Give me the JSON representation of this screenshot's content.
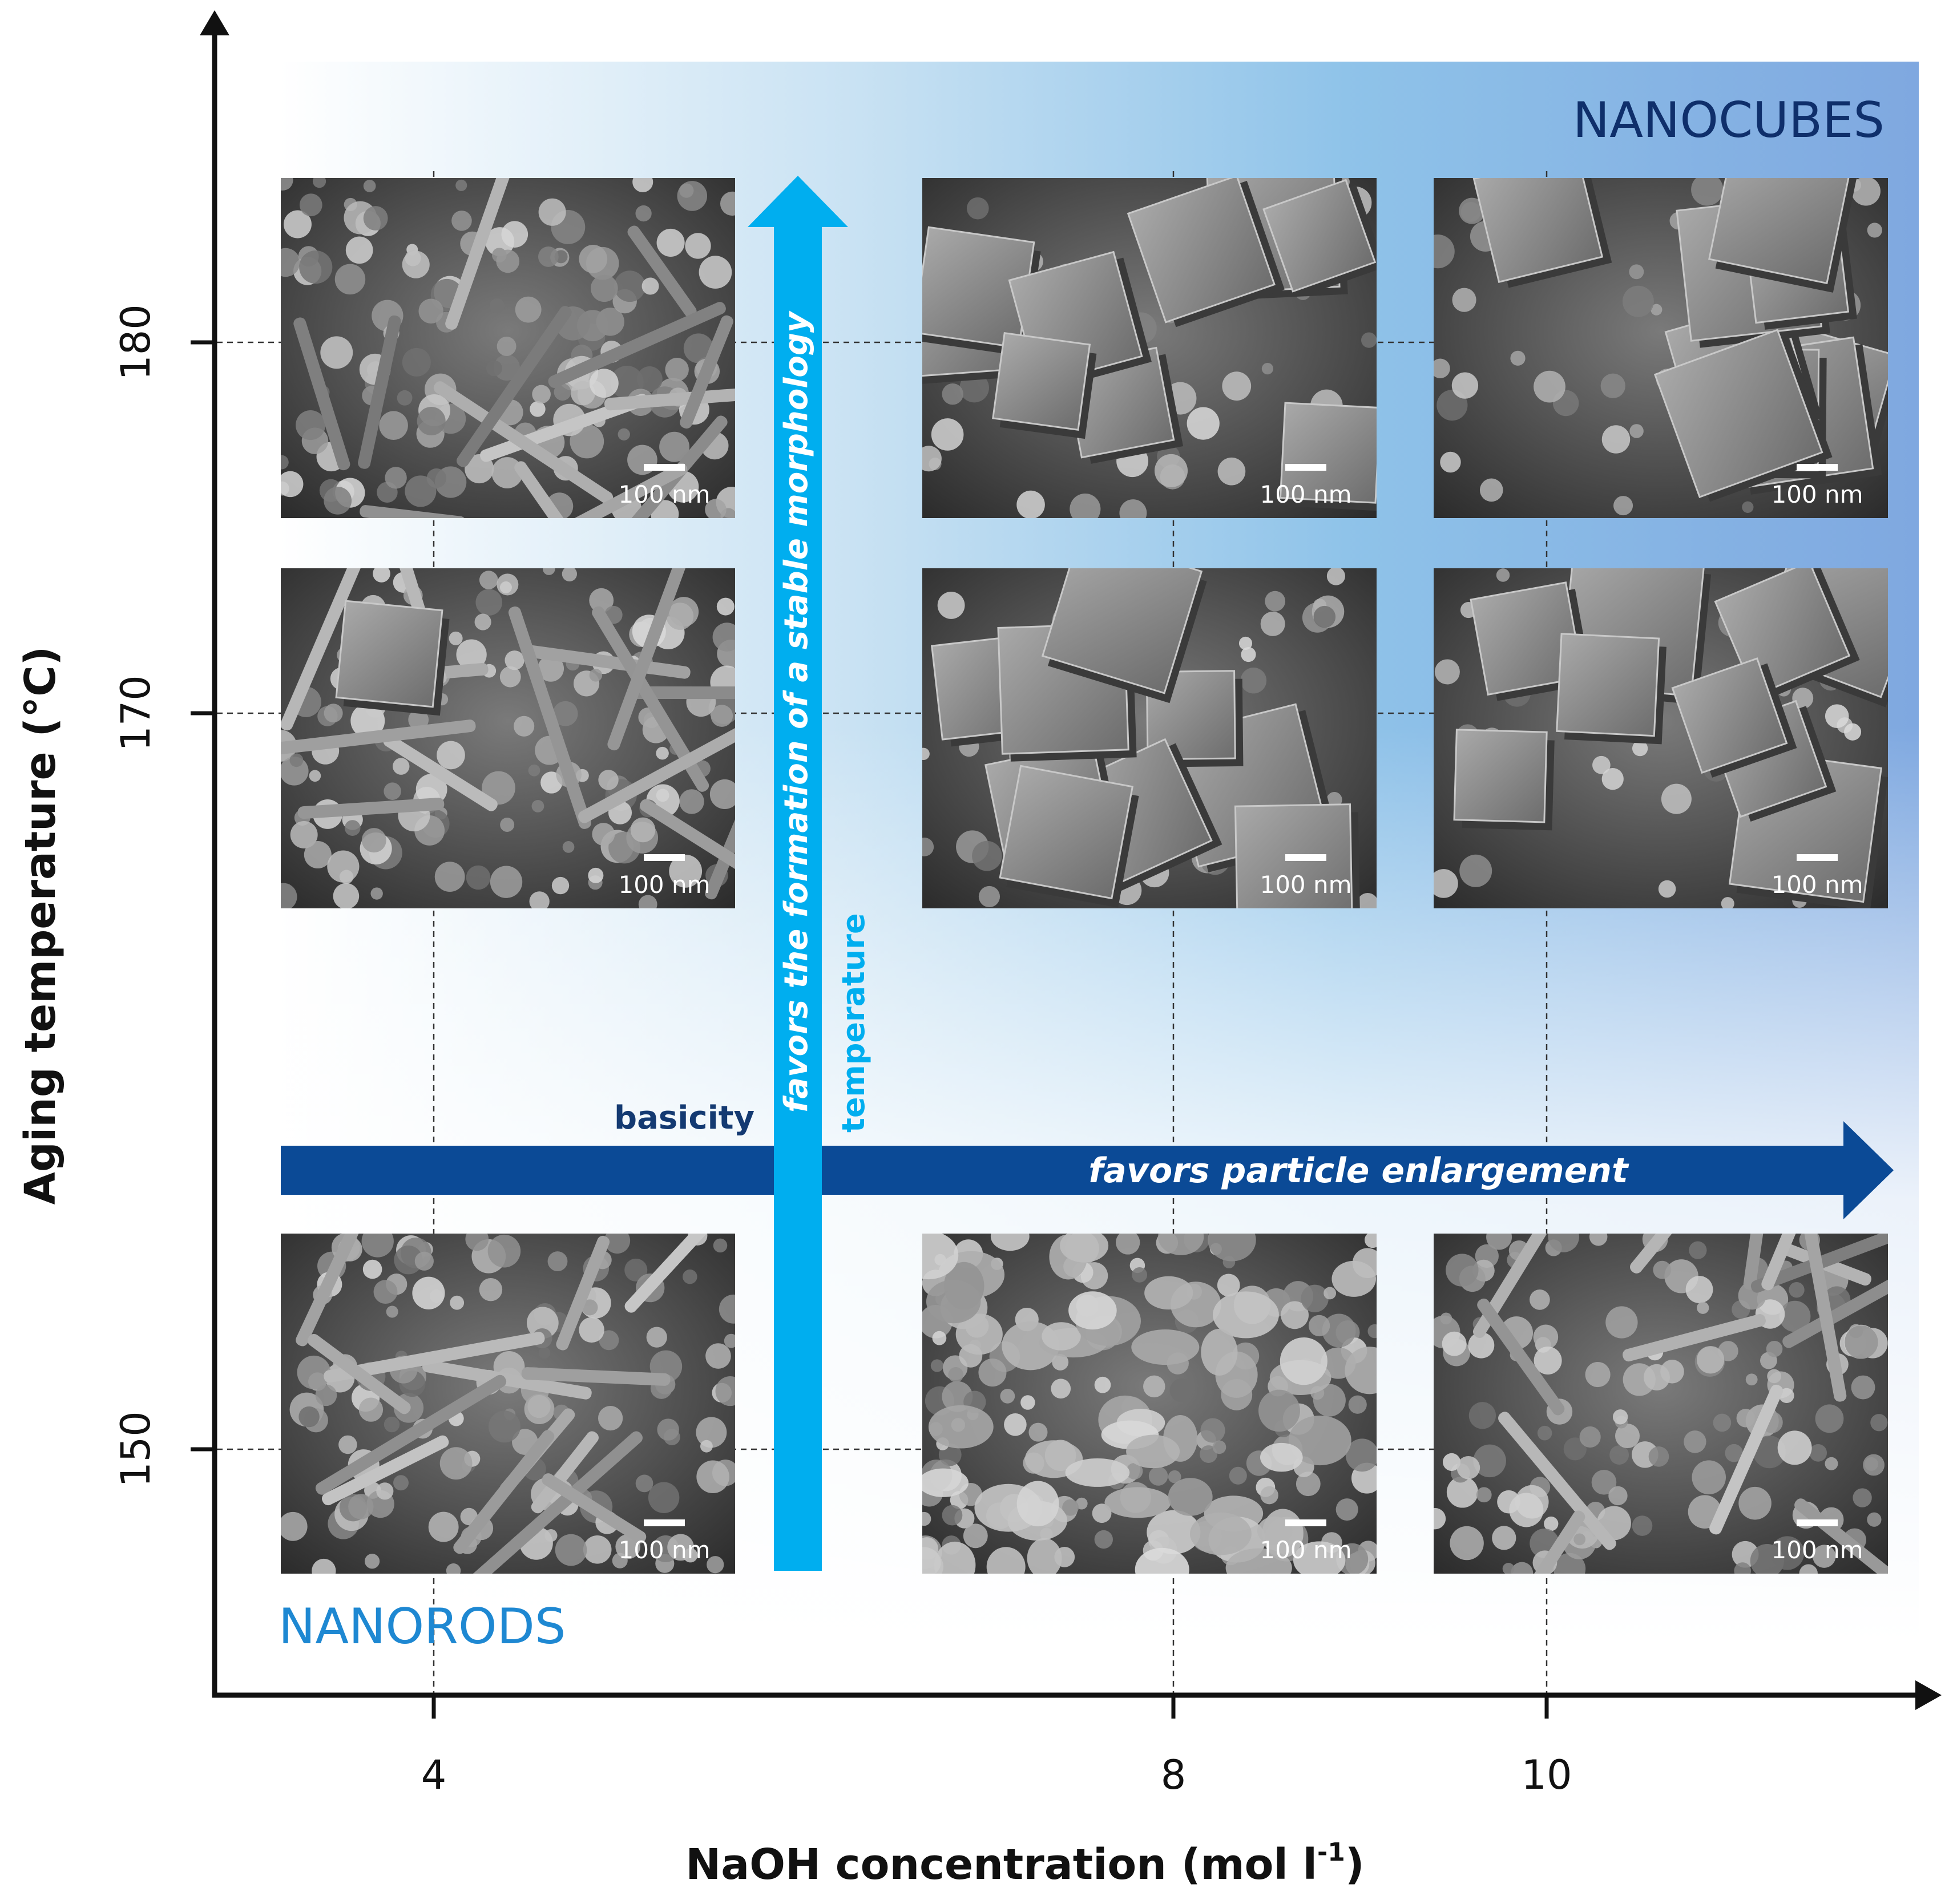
{
  "axes": {
    "x_title_main": "NaOH concentration (mol l",
    "x_title_sup": "-1",
    "x_title_end": ")",
    "y_title": "Aging temperature (°C)",
    "x_ticks": [
      "4",
      "8",
      "10"
    ],
    "y_ticks": [
      "180",
      "170",
      "150"
    ]
  },
  "regions": {
    "top": "NANOCUBES",
    "bottom": "NANORODS"
  },
  "arrows": {
    "horizontal_label": "basicity",
    "horizontal_effect": "favors particle enlargement",
    "vertical_label": "temperature",
    "vertical_effect": "favors the formation of a stable morphology"
  },
  "scale_bar": "100 nm",
  "micrographs": [
    {
      "naoh": "4",
      "temp": "180",
      "morphology": "rods"
    },
    {
      "naoh": "8",
      "temp": "180",
      "morphology": "cubes"
    },
    {
      "naoh": "10",
      "temp": "180",
      "morphology": "cubes"
    },
    {
      "naoh": "4",
      "temp": "170",
      "morphology": "mixed"
    },
    {
      "naoh": "8",
      "temp": "170",
      "morphology": "cubes"
    },
    {
      "naoh": "10",
      "temp": "170",
      "morphology": "cubes"
    },
    {
      "naoh": "4",
      "temp": "150",
      "morphology": "rods"
    },
    {
      "naoh": "8",
      "temp": "150",
      "morphology": "grains"
    },
    {
      "naoh": "10",
      "temp": "150",
      "morphology": "rods"
    }
  ],
  "colors": {
    "cubes_text": "#0f2f6b",
    "rods_text": "#1e88d2",
    "vertical_arrow": "#00aeef",
    "horizontal_arrow": "#0b4a96",
    "basicity_text": "#143a72",
    "temperature_text": "#00aeef",
    "bg_gradient_dark": "#7fa8e0"
  }
}
